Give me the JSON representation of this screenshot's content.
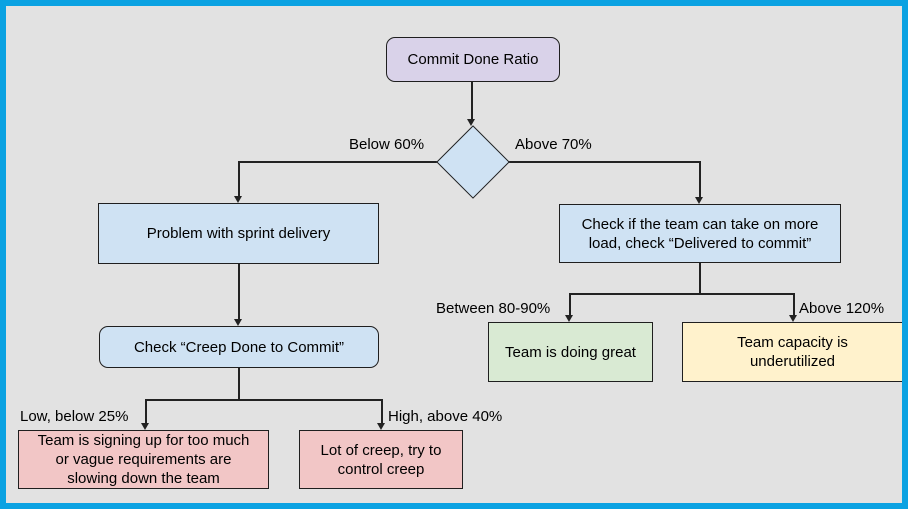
{
  "diagram": {
    "background_color": "#e2e2e2",
    "frame_color": "#0ba2e2",
    "line_color": "#222222",
    "nodes": {
      "start": {
        "label": "Commit Done Ratio",
        "color": "#d9d2e9",
        "shape": "rounded"
      },
      "decision": {
        "label": "",
        "color": "#cfe2f3",
        "shape": "diamond"
      },
      "problem": {
        "label": "Problem with sprint delivery",
        "color": "#cfe2f3",
        "shape": "rect"
      },
      "check_load": {
        "label": "Check if the team can take on more\nload, check “Delivered to commit”",
        "color": "#cfe2f3",
        "shape": "rect"
      },
      "check_creep": {
        "label": "Check “Creep Done to Commit”",
        "color": "#cfe2f3",
        "shape": "rounded"
      },
      "too_much": {
        "label": "Team is signing up for too much\nor vague requirements are\nslowing down the team",
        "color": "#f2c6c6",
        "shape": "rect"
      },
      "creep_control": {
        "label": "Lot of creep, try to\ncontrol creep",
        "color": "#f2c6c6",
        "shape": "rect"
      },
      "great": {
        "label": "Team is doing great",
        "color": "#d9ead3",
        "shape": "rect"
      },
      "underutilized": {
        "label": "Team capacity is\nunderutilized",
        "color": "#fff2cc",
        "shape": "rect"
      }
    },
    "edge_labels": {
      "below_60": "Below 60%",
      "above_70": "Above 70%",
      "between_80_90": "Between 80-90%",
      "above_120": "Above 120%",
      "low_below_25": "Low, below 25%",
      "high_above_40": "High, above 40%"
    }
  }
}
